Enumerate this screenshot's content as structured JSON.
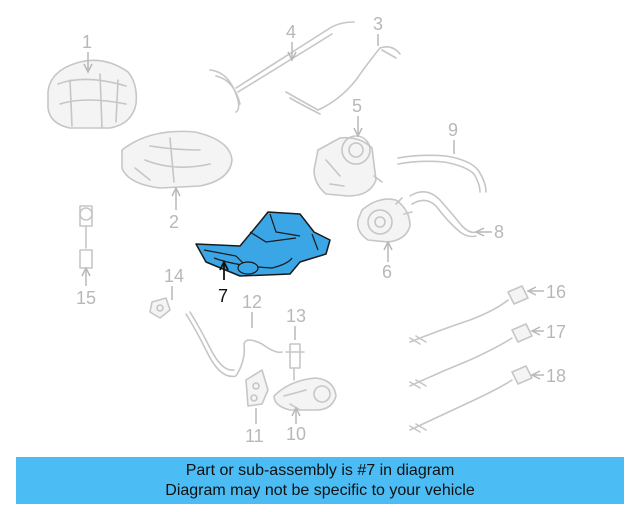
{
  "diagram": {
    "callouts": [
      {
        "id": "1",
        "label": "1"
      },
      {
        "id": "2",
        "label": "2"
      },
      {
        "id": "3",
        "label": "3"
      },
      {
        "id": "4",
        "label": "4"
      },
      {
        "id": "5",
        "label": "5"
      },
      {
        "id": "6",
        "label": "6"
      },
      {
        "id": "7",
        "label": "7"
      },
      {
        "id": "8",
        "label": "8"
      },
      {
        "id": "9",
        "label": "9"
      },
      {
        "id": "10",
        "label": "10"
      },
      {
        "id": "11",
        "label": "11"
      },
      {
        "id": "12",
        "label": "12"
      },
      {
        "id": "13",
        "label": "13"
      },
      {
        "id": "14",
        "label": "14"
      },
      {
        "id": "15",
        "label": "15"
      },
      {
        "id": "16",
        "label": "16"
      },
      {
        "id": "17",
        "label": "17"
      },
      {
        "id": "18",
        "label": "18"
      }
    ],
    "highlighted_part": "7",
    "colors": {
      "highlight_fill": "#3aa6e6",
      "highlight_stroke": "#1a1a1a",
      "part_stroke": "#c6c6c6",
      "banner_bg": "#4bbcf4"
    }
  },
  "banner": {
    "line1": "Part or sub-assembly is #7 in diagram",
    "line2": "Diagram may not be specific to your vehicle"
  }
}
